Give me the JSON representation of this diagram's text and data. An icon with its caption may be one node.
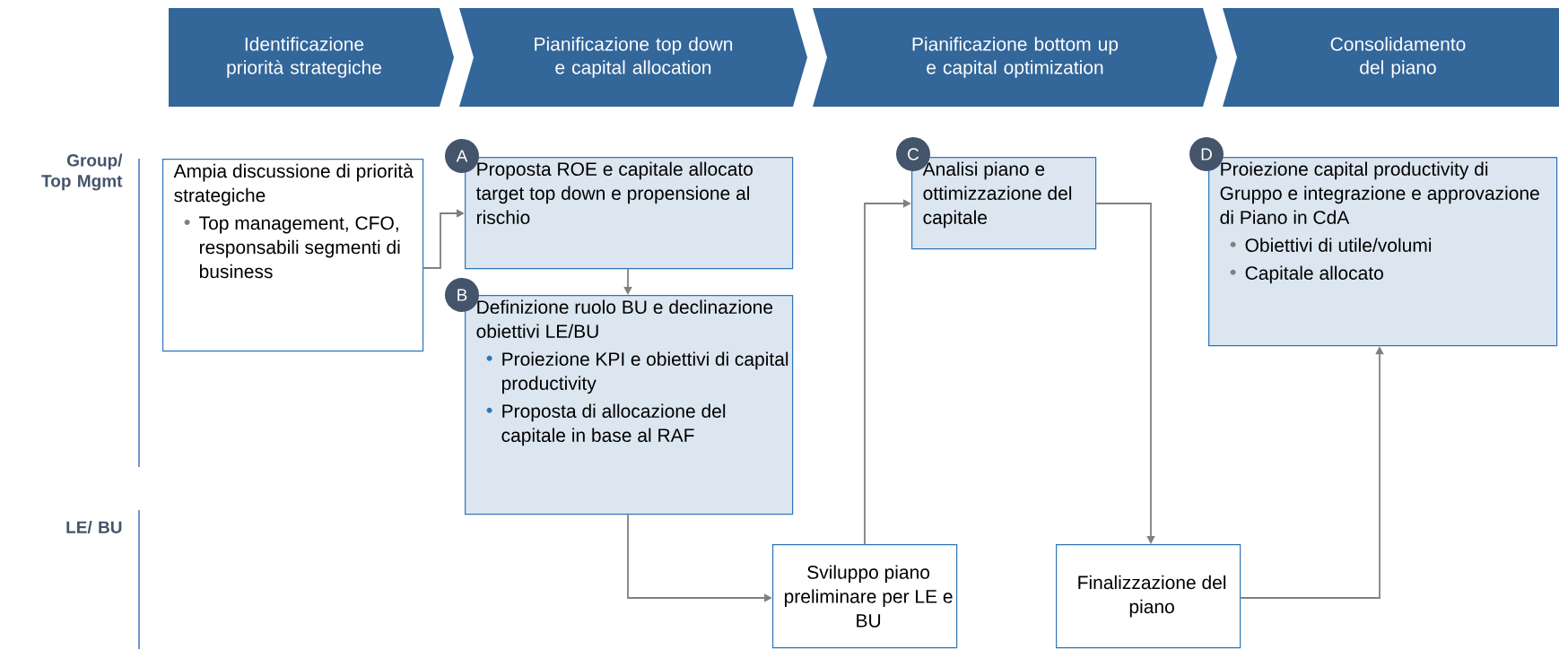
{
  "diagram": {
    "nodes": [
      {
        "text": [
          "Identificazione priorità strategiche"
        ]
      },
      {
        "text": [
          "Pianificazione top down e capital allocation"
        ]
      },
      {
        "text": [
          "Pianificazione bottom up e capital optimization"
        ]
      },
      {
        "text": [
          "Consolidamento del piano"
        ]
      },
      {
        "text": [
          "Ampia discussione di priorità strategiche",
          "Top management, CFO, responsabili segmenti di business"
        ]
      },
      {
        "text": [
          "A"
        ]
      },
      {
        "text": [
          "Proposta ROE e capitale allocato target top down e propensione al rischio"
        ]
      },
      {
        "text": [
          "B"
        ]
      },
      {
        "text": [
          "Definizione ruolo BU e declinazione obiettivi LE/BU",
          "Proiezione KPI e obiettivi di capital productivity",
          "Proposta di allocazione del capitale in base al RAF"
        ]
      },
      {
        "text": [
          "Sviluppo piano preliminare per LE e BU"
        ]
      },
      {
        "text": [
          "C"
        ]
      },
      {
        "text": [
          "Analisi piano e ottimizzazione del capitale"
        ]
      },
      {
        "text": [
          "Finalizzazione del piano"
        ]
      },
      {
        "text": [
          "D"
        ]
      },
      {
        "text": [
          "Proiezione capital productivity di Gruppo e integrazione e approvazione di Piano in CdA",
          "Obiettivi di utile/volumi",
          "Capitale allocato"
        ]
      }
    ],
    "edges": [
      {
        "from": 4,
        "to": 6,
        "arrow": "to"
      },
      {
        "from": 6,
        "to": 8,
        "arrow": "to"
      },
      {
        "from": 8,
        "to": 9,
        "arrow": "to"
      },
      {
        "from": 9,
        "to": 11,
        "arrow": "to"
      },
      {
        "from": 11,
        "to": 12,
        "arrow": "to"
      },
      {
        "from": 12,
        "to": 14,
        "arrow": "to"
      }
    ],
    "labels": [
      "Group/ Top Mgmt",
      "LE/ BU"
    ]
  }
}
